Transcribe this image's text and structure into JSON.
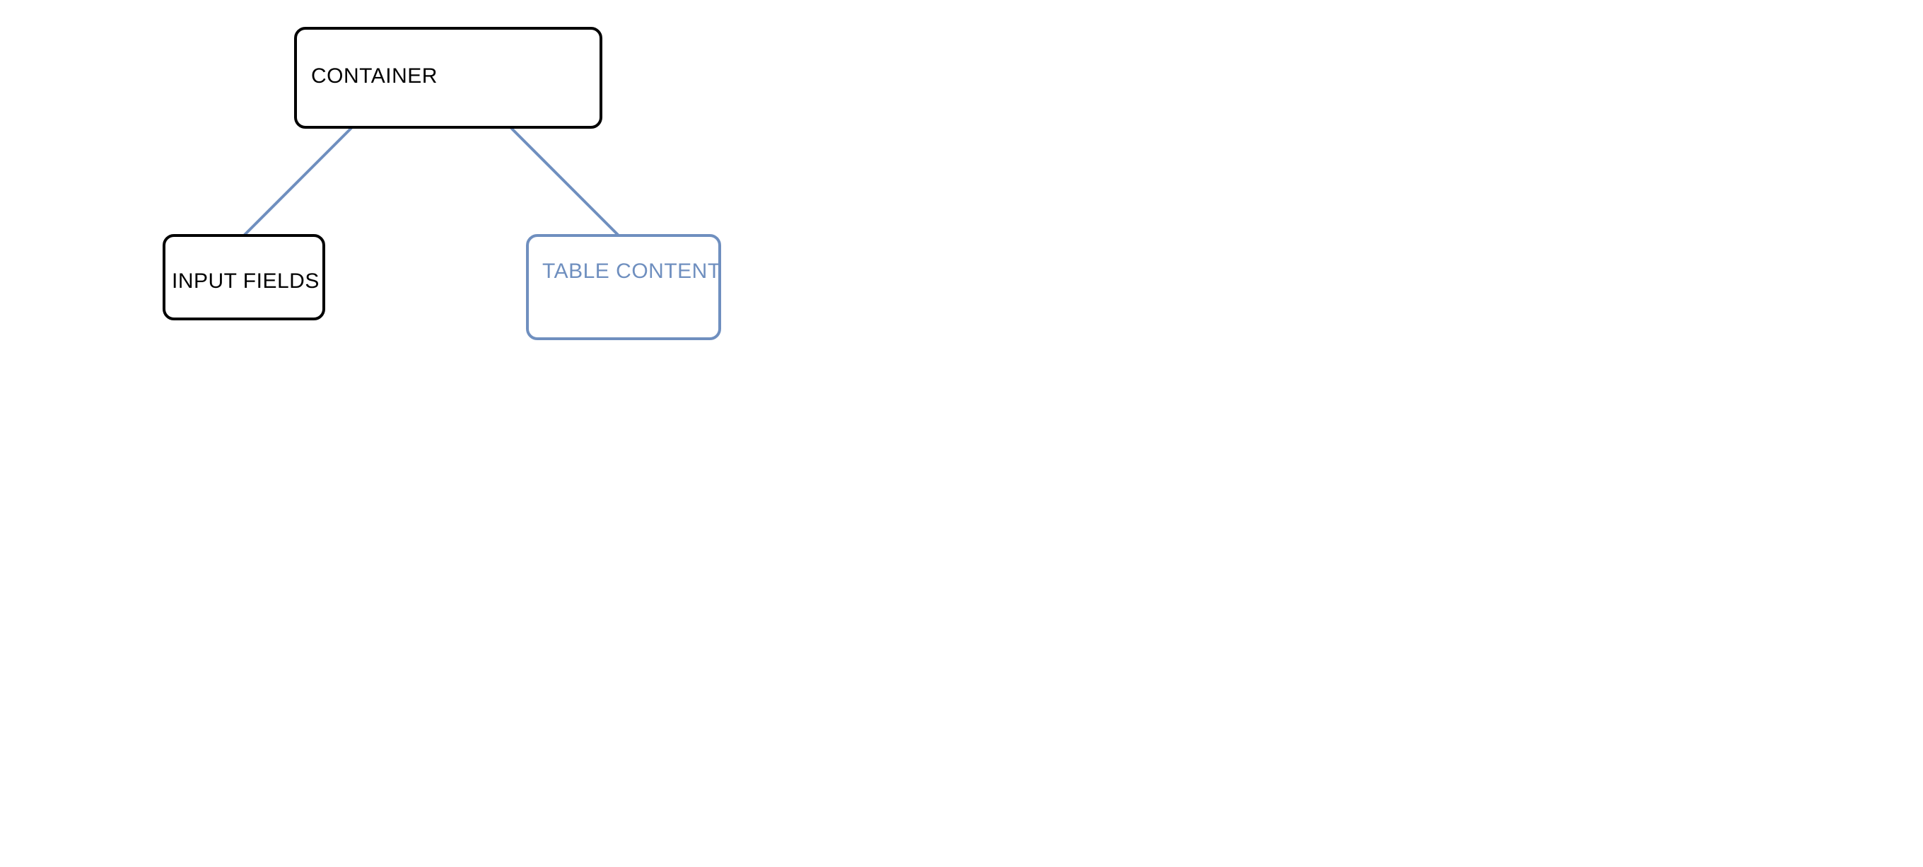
{
  "diagram": {
    "nodes": {
      "container": {
        "label": "CONTAINER"
      },
      "input_fields": {
        "label": "INPUT FIELDS"
      },
      "table_content": {
        "label": "TABLE CONTENT"
      }
    },
    "colors": {
      "primary_border": "#000000",
      "primary_text": "#000000",
      "accent": "#6f8fbf"
    }
  }
}
